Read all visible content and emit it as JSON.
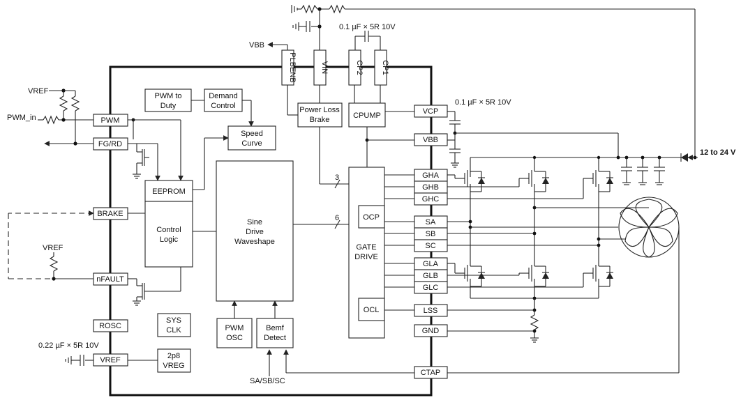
{
  "nets": {
    "vref": "VREF",
    "pwm_in": "PWM_in",
    "vbb": "VBB",
    "supply": "12 to 24 V",
    "sasbsc": "SA/SB/SC"
  },
  "caps": {
    "cp": "0.1 µF × 5R 10V",
    "vcp": "0.1 µF × 5R 10V",
    "vref": "0.22 µF × 5R 10V"
  },
  "pins_left": {
    "pwm": "PWM",
    "fgrd": "FG/RD",
    "brake": "BRAKE",
    "nfault": "nFAULT",
    "rosc": "ROSC",
    "vref": "VREF"
  },
  "pins_top": {
    "plbenb": "PLBENB",
    "vin": "VIN",
    "cp2": "CP2",
    "cp1": "CP1"
  },
  "pins_right": {
    "vcp": "VCP",
    "vbb": "VBB",
    "gha": "GHA",
    "ghb": "GHB",
    "ghc": "GHC",
    "sa": "SA",
    "sb": "SB",
    "sc": "SC",
    "gla": "GLA",
    "glb": "GLB",
    "glc": "GLC",
    "lss": "LSS",
    "gnd": "GND",
    "ctap": "CTAP"
  },
  "blocks": {
    "pwm_to_duty": [
      "PWM to",
      "Duty"
    ],
    "demand_control": [
      "Demand",
      "Control"
    ],
    "speed_curve": [
      "Speed",
      "Curve"
    ],
    "eeprom": "EEPROM",
    "control_logic": [
      "Control",
      "Logic"
    ],
    "sine_drive": [
      "Sine",
      "Drive",
      "Waveshape"
    ],
    "power_loss_brake": [
      "Power Loss",
      "Brake"
    ],
    "cpump": "CPUMP",
    "gate_drive": [
      "GATE",
      "DRIVE"
    ],
    "ocp": "OCP",
    "ocl": "OCL",
    "sys_clk": [
      "SYS",
      "CLK"
    ],
    "pwm_osc": [
      "PWM",
      "OSC"
    ],
    "bemf_detect": [
      "Bemf",
      "Detect"
    ],
    "vreg": [
      "2p8",
      "VREG"
    ]
  },
  "bus_widths": {
    "high_gate": "3",
    "sine_bus": "6"
  }
}
